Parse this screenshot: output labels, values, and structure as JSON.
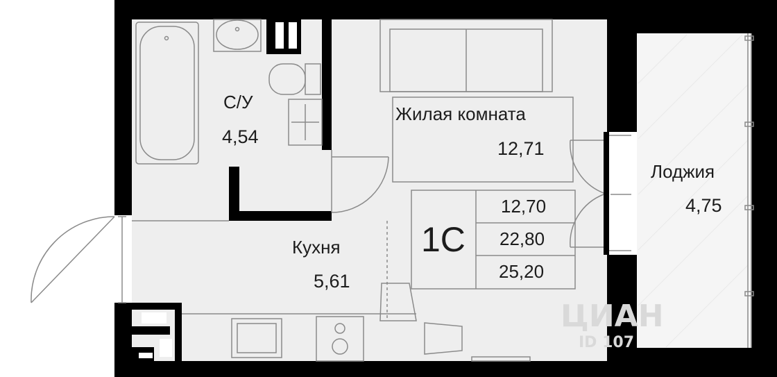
{
  "colors": {
    "wall": "#000000",
    "floor": "#eeeeee",
    "line": "#8a8a8a",
    "text": "#1c1c1c",
    "watermark": "#d9d9d9"
  },
  "rooms": {
    "bathroom": {
      "name": "С/У",
      "area": "4,54"
    },
    "living": {
      "name": "Жилая комната",
      "area": "12,71"
    },
    "kitchen": {
      "name": "Кухня",
      "area": "5,61"
    },
    "loggia": {
      "name": "Лоджия",
      "area": "4,75"
    }
  },
  "summary": {
    "type_code": "1С",
    "living_area": "12,70",
    "total_area": "22,80",
    "total_with_loggia": "25,20"
  },
  "watermark": {
    "brand": "ЦИАН",
    "id_text": "ID 107"
  }
}
